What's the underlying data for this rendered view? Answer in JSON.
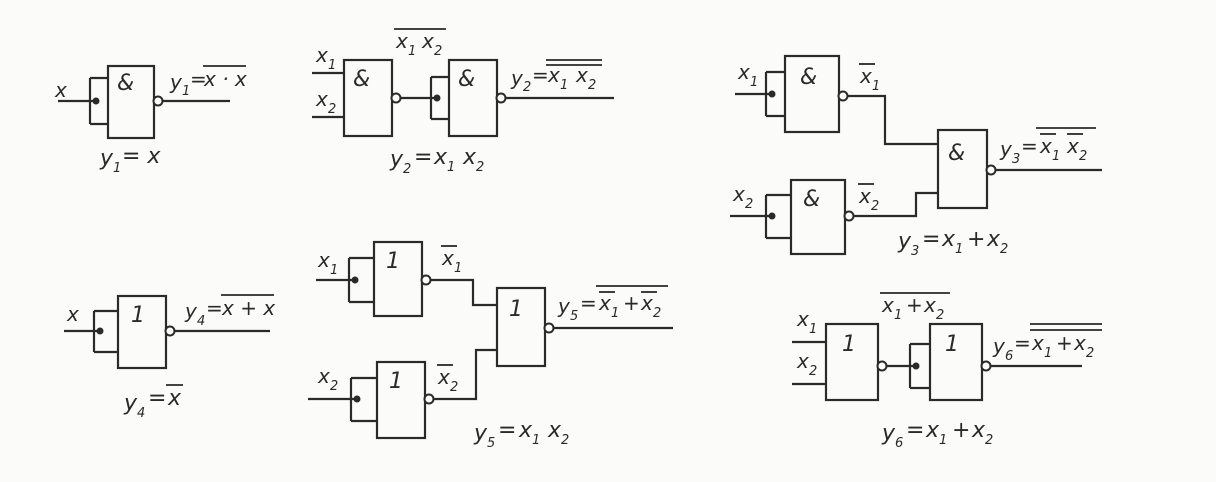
{
  "symbols": {
    "and": "&",
    "or": "1"
  },
  "c1": {
    "in": "x",
    "out": {
      "y": "y",
      "sub": "1",
      "eq": "=",
      "expr": "x · x"
    },
    "caption": {
      "y": "y",
      "sub": "1",
      "rhs": "= x"
    }
  },
  "c2": {
    "in1": {
      "v": "x",
      "sub": "1"
    },
    "in2": {
      "v": "x",
      "sub": "2"
    },
    "mid": {
      "a": "x",
      "asub": "1",
      "b": "x",
      "bsub": "2"
    },
    "out": {
      "y": "y",
      "sub": "2",
      "eq": "=",
      "a": "x",
      "asub": "1",
      "b": "x",
      "bsub": "2"
    },
    "caption": {
      "y": "y",
      "sub": "2",
      "eq": "=",
      "a": "x",
      "asub": "1",
      "b": "x",
      "bsub": "2"
    }
  },
  "c3": {
    "in1": {
      "v": "x",
      "sub": "1"
    },
    "in2": {
      "v": "x",
      "sub": "2"
    },
    "n1": {
      "v": "x",
      "sub": "1"
    },
    "n2": {
      "v": "x",
      "sub": "2"
    },
    "out": {
      "y": "y",
      "sub": "3",
      "eq": "=",
      "a": "x",
      "asub": "1",
      "b": "x",
      "bsub": "2"
    },
    "caption": {
      "y": "y",
      "sub": "3",
      "eq": "=",
      "a": "x",
      "asub": "1",
      "op": "+",
      "b": "x",
      "bsub": "2"
    }
  },
  "c4": {
    "in": "x",
    "out": {
      "y": "y",
      "sub": "4",
      "eq": "=",
      "expr": "x + x"
    },
    "caption": {
      "y": "y",
      "sub": "4",
      "eq": "=",
      "expr": "x"
    }
  },
  "c5": {
    "in1": {
      "v": "x",
      "sub": "1"
    },
    "in2": {
      "v": "x",
      "sub": "2"
    },
    "n1": {
      "v": "x",
      "sub": "1"
    },
    "n2": {
      "v": "x",
      "sub": "2"
    },
    "out": {
      "y": "y",
      "sub": "5",
      "eq": "=",
      "a": "x",
      "asub": "1",
      "op": "+",
      "b": "x",
      "bsub": "2"
    },
    "caption": {
      "y": "y",
      "sub": "5",
      "eq": "=",
      "a": "x",
      "asub": "1",
      "b": "x",
      "bsub": "2"
    }
  },
  "c6": {
    "in1": {
      "v": "x",
      "sub": "1"
    },
    "in2": {
      "v": "x",
      "sub": "2"
    },
    "mid": {
      "a": "x",
      "asub": "1",
      "op": "+",
      "b": "x",
      "bsub": "2"
    },
    "out": {
      "y": "y",
      "sub": "6",
      "eq": "=",
      "a": "x",
      "asub": "1",
      "op": "+",
      "b": "x",
      "bsub": "2"
    },
    "caption": {
      "y": "y",
      "sub": "6",
      "eq": "=",
      "a": "x",
      "asub": "1",
      "op": "+",
      "b": "x",
      "bsub": "2"
    }
  }
}
